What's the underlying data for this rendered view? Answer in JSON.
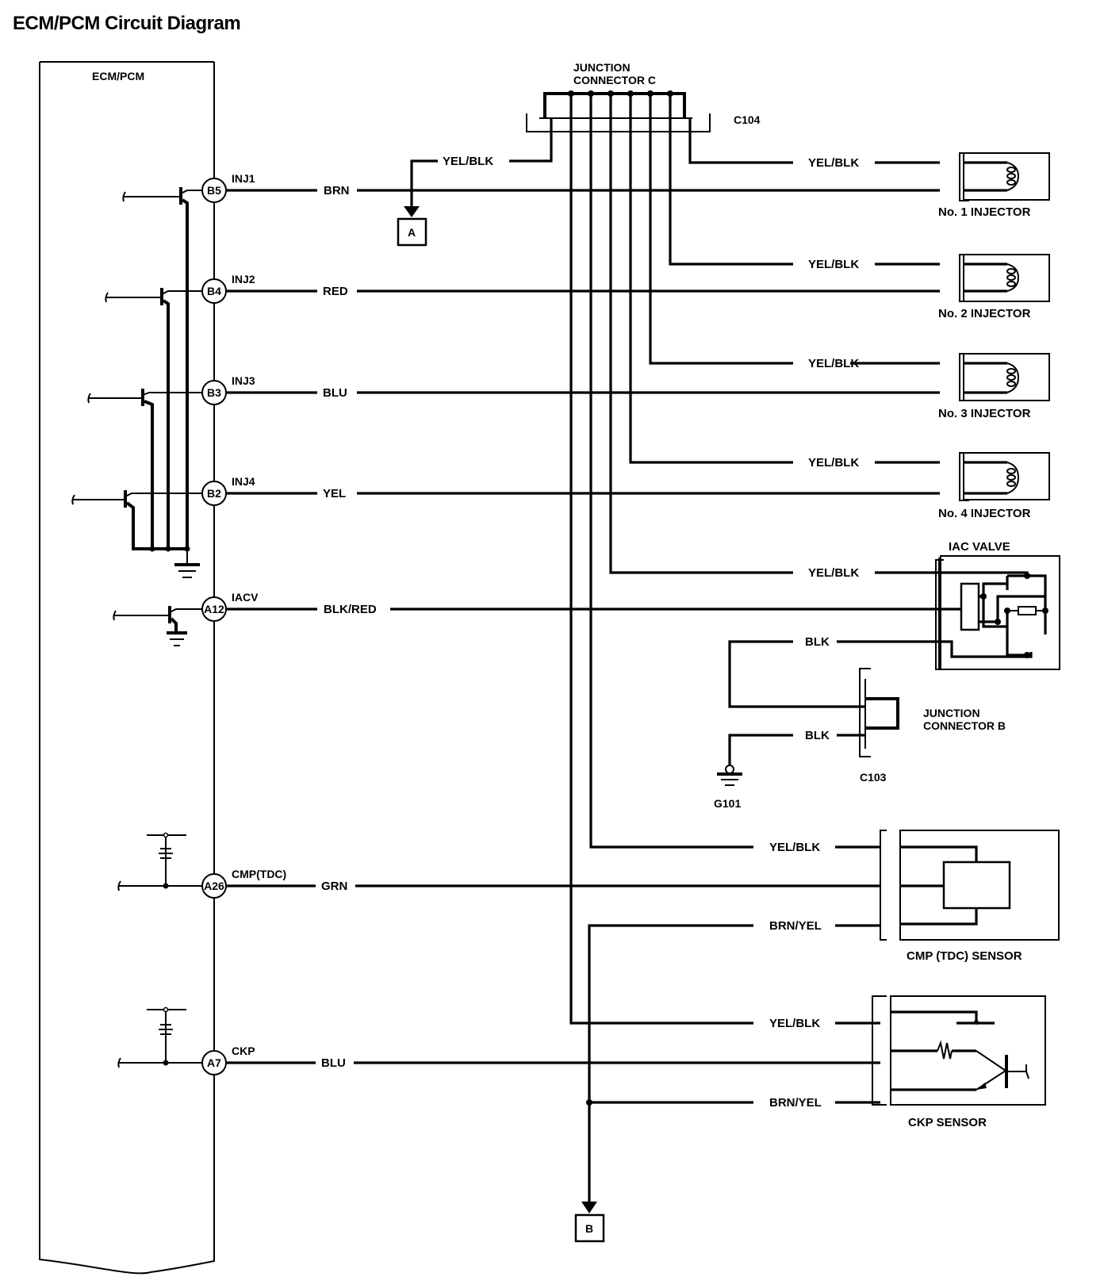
{
  "title": "ECM/PCM Circuit Diagram",
  "ecm": {
    "label": "ECM/PCM"
  },
  "pins": [
    {
      "id": "B5",
      "signal": "INJ1",
      "wire": "BRN"
    },
    {
      "id": "B4",
      "signal": "INJ2",
      "wire": "RED"
    },
    {
      "id": "B3",
      "signal": "INJ3",
      "wire": "BLU"
    },
    {
      "id": "B2",
      "signal": "INJ4",
      "wire": "YEL"
    },
    {
      "id": "A12",
      "signal": "IACV",
      "wire": "BLK/RED"
    },
    {
      "id": "A26",
      "signal": "CMP(TDC)",
      "wire": "GRN"
    },
    {
      "id": "A7",
      "signal": "CKP",
      "wire": "BLU"
    }
  ],
  "junction_c": {
    "label_line1": "JUNCTION",
    "label_line2": "CONNECTOR C",
    "connector_id": "C104"
  },
  "junction_b": {
    "label_line1": "JUNCTION",
    "label_line2": "CONNECTOR B",
    "connector_id": "C103"
  },
  "feed_wire": "YEL/BLK",
  "ground": {
    "id": "G101",
    "wire": "BLK"
  },
  "offpage": {
    "a": "A",
    "b": "B"
  },
  "components": {
    "inj1": {
      "label": "No. 1 INJECTOR",
      "power_wire": "YEL/BLK"
    },
    "inj2": {
      "label": "No. 2 INJECTOR",
      "power_wire": "YEL/BLK"
    },
    "inj3": {
      "label": "No. 3 INJECTOR",
      "power_wire": "YEL/BLK"
    },
    "inj4": {
      "label": "No. 4 INJECTOR",
      "power_wire": "YEL/BLK"
    },
    "iac": {
      "label": "IAC VALVE",
      "power_wire": "YEL/BLK",
      "ground_wire": "BLK"
    },
    "cmp": {
      "label": "CMP (TDC) SENSOR",
      "power_wire": "YEL/BLK",
      "ground_wire": "BRN/YEL"
    },
    "ckp": {
      "label": "CKP SENSOR",
      "power_wire": "YEL/BLK",
      "ground_wire": "BRN/YEL"
    }
  }
}
